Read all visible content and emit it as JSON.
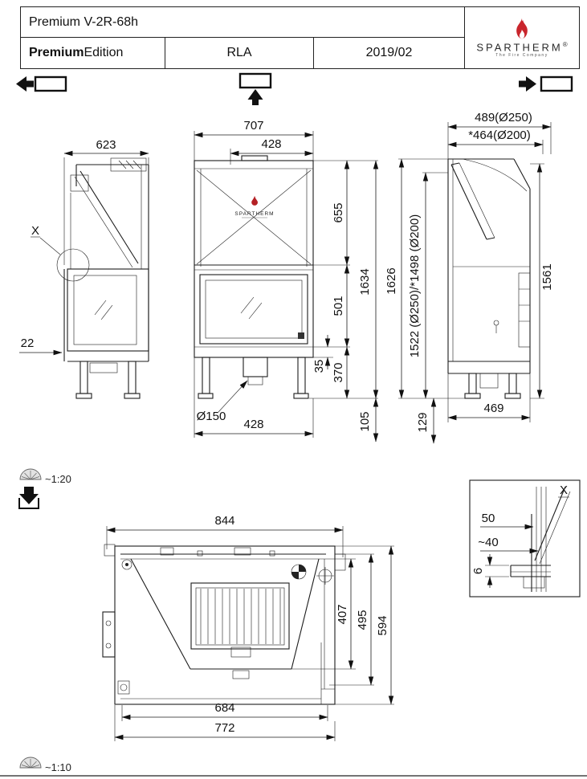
{
  "header": {
    "model": "Premium V-2R-68h",
    "edition_bold": "Premium",
    "edition_light": "Edition",
    "approval": "RLA",
    "date": "2019/02",
    "brand": "SPARTHERM",
    "brand_registered": "®",
    "brand_tagline": "The Fire Company"
  },
  "scales": {
    "main": "~1:20",
    "plan": "~1:10"
  },
  "views": {
    "left": {
      "dim_width": "623",
      "detail_label": "X",
      "dim_front_offset": "22"
    },
    "front": {
      "unit_logo": "SPARTHERM",
      "dim_total_width": "707",
      "dim_opening_width": "428",
      "dim_upper_height": "655",
      "dim_glass_height": "501",
      "dim_base_height": "370",
      "dim_plinth_height": "35",
      "dim_total_height": "1634",
      "dim_air_inlet": "Ø150",
      "dim_bottom_width": "428",
      "dim_leg_height": "105"
    },
    "side": {
      "dim_flue_depth_250": "489(Ø250)",
      "dim_flue_depth_200": "*464(Ø200)",
      "dim_flue_height": "1522 (Ø250)/*1498 (Ø200)",
      "dim_total_height": "1626",
      "dim_body_height": "1561",
      "dim_depth": "469",
      "dim_base_offset": "129"
    },
    "plan": {
      "dim_total_width": "844",
      "dim_firebox_depth": "407",
      "dim_inner_depth": "495",
      "dim_total_depth": "594",
      "dim_inner_width": "684",
      "dim_body_width": "772"
    },
    "detail_x": {
      "label": "X",
      "dim_gap": "50",
      "dim_travel": "~40",
      "dim_frame": "6"
    }
  }
}
